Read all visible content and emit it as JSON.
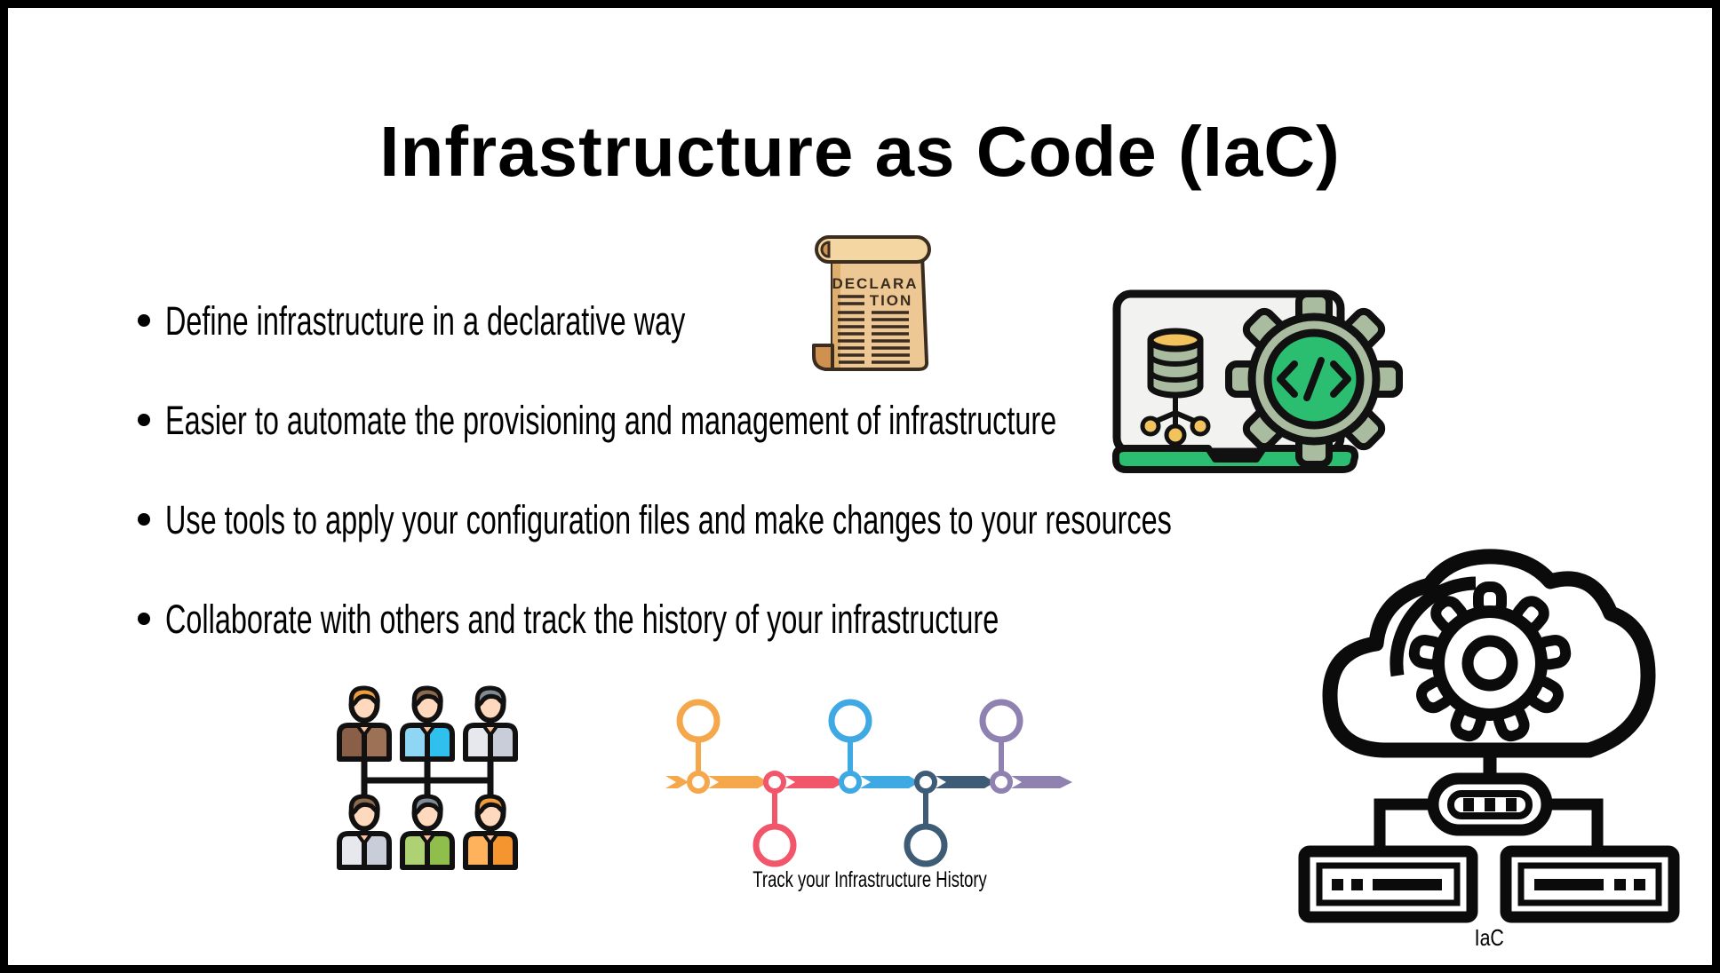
{
  "title": "Infrastructure as Code (IaC)",
  "bullets": [
    "Define infrastructure in a declarative way",
    "Easier to automate the provisioning and management of infrastructure",
    "Use tools to apply your configuration files and make changes to your resources",
    "Collaborate with others and track the history of your infrastructure"
  ],
  "icons": {
    "scroll": {
      "line1": "DECLARA",
      "line2": "TION"
    },
    "timeline": {
      "caption": "Track your Infrastructure History"
    },
    "cloud": {
      "label": "IaC"
    }
  },
  "palette": {
    "ink": "#000000",
    "accent_green": "#2BBE70",
    "sage": "#A9BCA0",
    "gold": "#F2C35C",
    "scroll_tan": "#EDC794",
    "scroll_roll": "#F3D6A2",
    "scroll_curl": "#CE9150",
    "scroll_outline": "#3A2C1E",
    "skin": "#FFD9BD",
    "timeline_orange": "#F5A84B",
    "timeline_red": "#F2566B",
    "timeline_blue": "#3FA9E4",
    "timeline_slate": "#3F5C77",
    "timeline_purple": "#8F81B0"
  }
}
